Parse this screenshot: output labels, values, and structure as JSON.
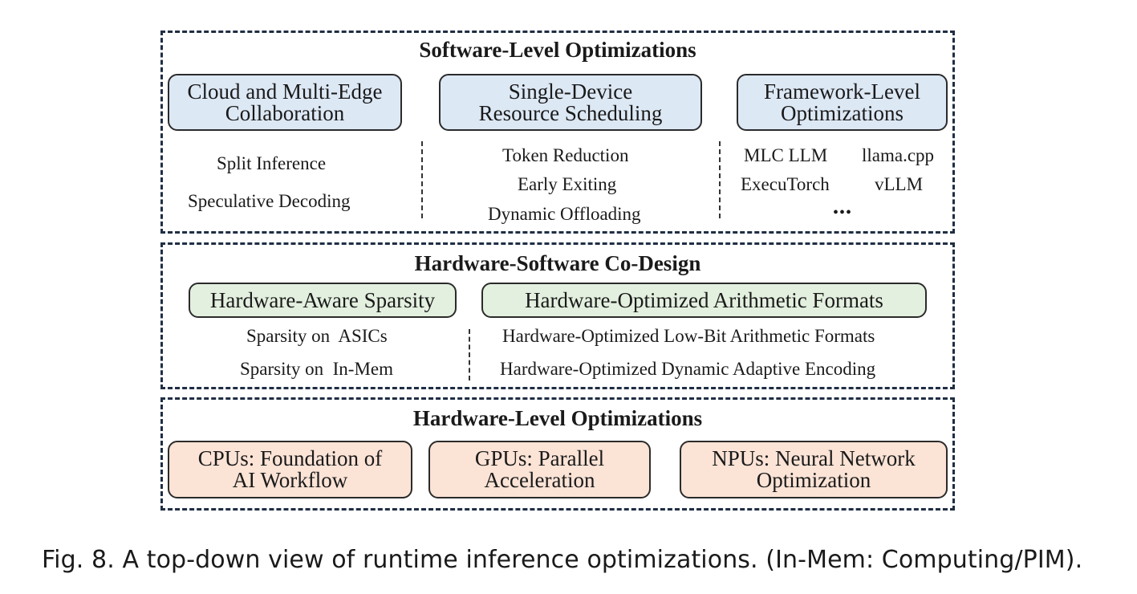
{
  "software": {
    "title": "Software-Level Optimizations",
    "boxes": [
      "Cloud and Multi-Edge\nCollaboration",
      "Single-Device\nResource Scheduling",
      "Framework-Level\nOptimizations"
    ],
    "col1": [
      "Split Inference",
      "Speculative Decoding"
    ],
    "col2": [
      "Token Reduction",
      "Early Exiting",
      "Dynamic Offloading"
    ],
    "col3": [
      "MLC LLM",
      "llama.cpp",
      "ExecuTorch",
      "vLLM",
      "•••"
    ]
  },
  "codesign": {
    "title": "Hardware-Software Co-Design",
    "boxes": [
      "Hardware-Aware Sparsity",
      "Hardware-Optimized Arithmetic Formats"
    ],
    "col1": [
      "Sparsity on  ASICs",
      "Sparsity on  In-Mem"
    ],
    "col2": [
      "Hardware-Optimized Low-Bit Arithmetic Formats",
      "Hardware-Optimized Dynamic Adaptive Encoding"
    ]
  },
  "hardware": {
    "title": "Hardware-Level Optimizations",
    "boxes": [
      "CPUs: Foundation of\nAI Workflow",
      "GPUs: Parallel\nAcceleration",
      "NPUs: Neural Network\nOptimization"
    ]
  },
  "caption": "Fig. 8.  A top-down view of runtime inference optimizations. (In-Mem: Computing/PIM).",
  "colors": {
    "border": "#1f2e44",
    "software_box": "#dde8f5",
    "codesign_box": "#e4f0df",
    "hardware_box": "#fbe3d6"
  }
}
